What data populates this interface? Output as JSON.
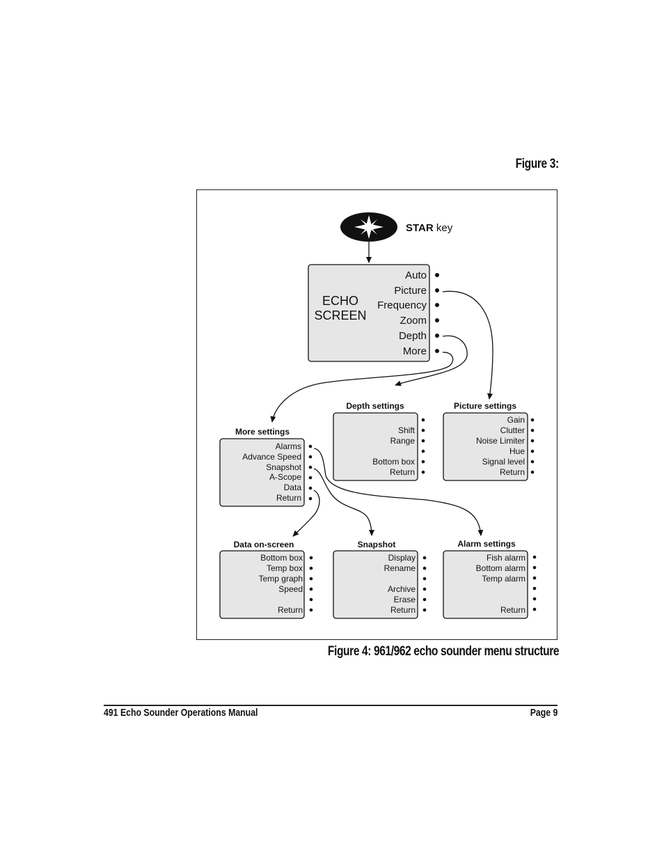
{
  "figure3_label": "Figure 3:",
  "caption": "Figure 4: 961/962 echo sounder menu structure",
  "footer": {
    "manual_title": "491 Echo Sounder Operations Manual",
    "page": "Page 9"
  },
  "star_key": {
    "bold": "STAR",
    "rest": " key"
  },
  "echo_screen": {
    "title_lines": [
      "ECHO",
      "SCREEN"
    ],
    "items": [
      "Auto",
      "Picture",
      "Frequency",
      "Zoom",
      "Depth",
      "More"
    ]
  },
  "menus": {
    "depth_settings": {
      "title": "Depth settings",
      "items": [
        "Shift",
        "Range",
        "",
        "Bottom box",
        "Return"
      ]
    },
    "picture_settings": {
      "title": "Picture settings",
      "items": [
        "Gain",
        "Clutter",
        "Noise Limiter",
        "Hue",
        "Signal level",
        "Return"
      ]
    },
    "more_settings": {
      "title": "More settings",
      "items": [
        "Alarms",
        "Advance Speed",
        "Snapshot",
        "A-Scope",
        "Data",
        "Return"
      ]
    },
    "data_on_screen": {
      "title": "Data on-screen",
      "items": [
        "Bottom box",
        "Temp box",
        "Temp graph",
        "Speed",
        "",
        "Return"
      ]
    },
    "snapshot": {
      "title": "Snapshot",
      "items": [
        "Display",
        "Rename",
        "",
        "Archive",
        "Erase",
        "Return"
      ]
    },
    "alarm_settings": {
      "title": "Alarm settings",
      "items": [
        "Fish alarm",
        "Bottom alarm",
        "Temp alarm",
        "",
        "",
        "Return"
      ]
    }
  },
  "colors": {
    "box_fill": "#e6e6e6",
    "line": "#111111",
    "star_fill": "#111111"
  }
}
